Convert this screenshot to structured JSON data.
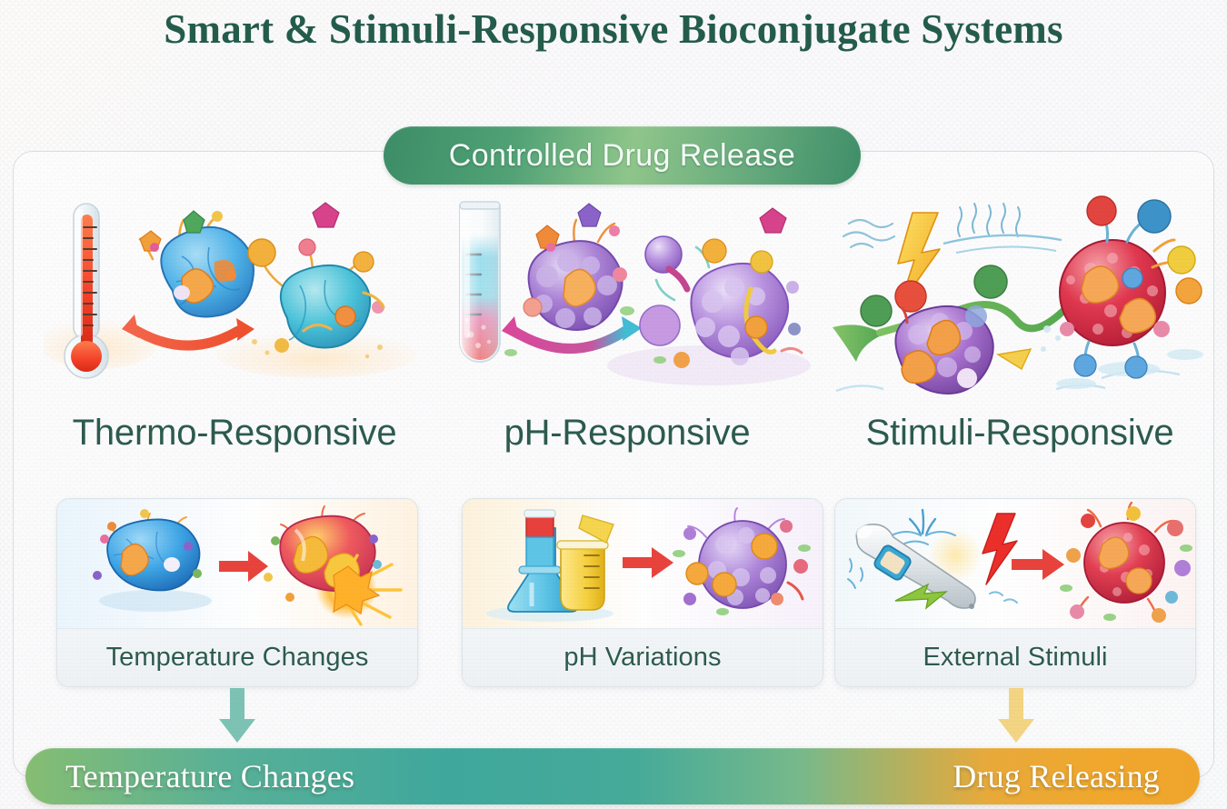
{
  "title": "Smart & Stimuli-Responsive Bioconjugate Systems",
  "badge": {
    "label": "Controlled Drug Release",
    "color_start": "#3c8c67",
    "color_mid": "#8fc58a",
    "color_end": "#3f8e69"
  },
  "columns": [
    {
      "heading": "Thermo-Responsive",
      "illustration": "thermometer-and-blue-nanoparticles",
      "card": {
        "caption": "Temperature Changes",
        "thumb": "blue-nanoparticle-to-burst-nanoparticle"
      },
      "arrow": {
        "present": true,
        "color": "#7dc3b4"
      }
    },
    {
      "heading": "pH-Responsive",
      "illustration": "test-tube-and-purple-nanoparticles",
      "card": {
        "caption": "pH Variations",
        "thumb": "beaker-and-purple-nanoparticle"
      },
      "arrow": {
        "present": false,
        "color": ""
      }
    },
    {
      "heading": "Stimuli-Responsive",
      "illustration": "lightning-waves-and-nanoparticles",
      "card": {
        "caption": "External Stimuli",
        "thumb": "applicator-lightning-and-red-nanoparticle"
      },
      "arrow": {
        "present": true,
        "color": "#f3d583"
      }
    }
  ],
  "bottom_bar": {
    "left_label": "Temperature Changes",
    "right_label": "Drug Releasing",
    "gradient_start": "#86bd72",
    "gradient_mid": "#3fa79c",
    "gradient_end": "#efa52c"
  },
  "palette": {
    "title_color": "#245c4c",
    "heading_color": "#2c5b4e",
    "caption_color": "#2d5b4c",
    "panel_border": "#d7dfe2",
    "page_background": "#fbfafc"
  }
}
